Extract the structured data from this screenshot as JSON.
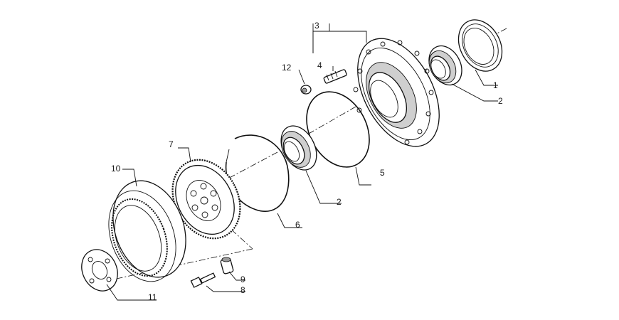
{
  "callouts": {
    "c1": "1",
    "c2a": "2",
    "c2b": "2",
    "c3": "3",
    "c4": "4",
    "c5": "5",
    "c6": "6",
    "c7": "7",
    "c8": "8",
    "c9": "9",
    "c10": "10",
    "c11": "11",
    "c12": "12"
  }
}
